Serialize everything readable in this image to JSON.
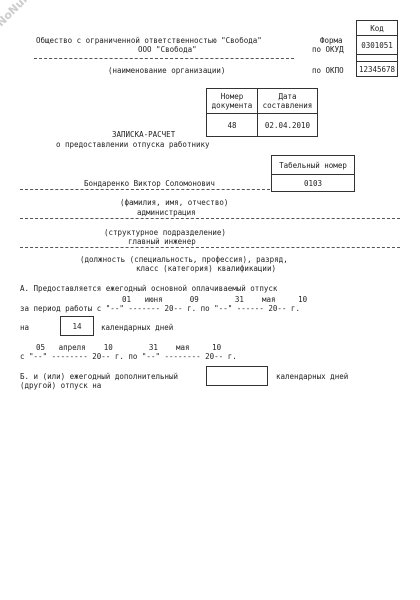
{
  "watermark": "NoNumber.ru",
  "header": {
    "org_name": "Общество с ограниченной ответственностью \"Свобода\"",
    "org_short": "ООО \"Свобода\"",
    "org_caption": "(наименование организации)",
    "kod_label": "Код",
    "forma_label": "Форма",
    "okud_label": "по ОКУД",
    "okud_value": "0301051",
    "okpo_label": "по ОКПО",
    "okpo_value": "12345678"
  },
  "doc_table": {
    "number_header": "Номер\nдокумента",
    "date_header": "Дата\nсоставления",
    "number_value": "48",
    "date_value": "02.04.2010"
  },
  "title": {
    "line1": "ЗАПИСКА-РАСЧЕТ",
    "line2": "о предоставлении отпуска работнику"
  },
  "employee": {
    "tab_header": "Табельный номер",
    "tab_value": "0103",
    "name": "Бондаренко Виктор Соломонович",
    "name_caption": "(фамилия, имя, отчество)",
    "department": "администрация",
    "department_caption": "(структурное подразделение)",
    "position": "главный инженер",
    "position_caption1": "(должность (специальность, профессия), разряд,",
    "position_caption2": "класс (категория) квалификации)"
  },
  "section_a": {
    "line1": "А. Предоставляется ежегодный основной оплачиваемый отпуск",
    "period_values": "01   июня      09        31    мая     10",
    "period_line": "за период работы с \"--\" ------- 20-- г. по \"--\" ------ 20-- г.",
    "na_label": "на",
    "days_value": "14",
    "days_label": "календарных дней",
    "dates_values": "05   апреля    10        31    мая     10",
    "dates_line": "с \"--\" -------- 20-- г. по \"--\" -------- 20-- г."
  },
  "section_b": {
    "line1": "Б. и (или) ежегодный дополнительный",
    "line2": "(другой) отпуск на",
    "days_value": "",
    "days_label": "календарных дней"
  }
}
